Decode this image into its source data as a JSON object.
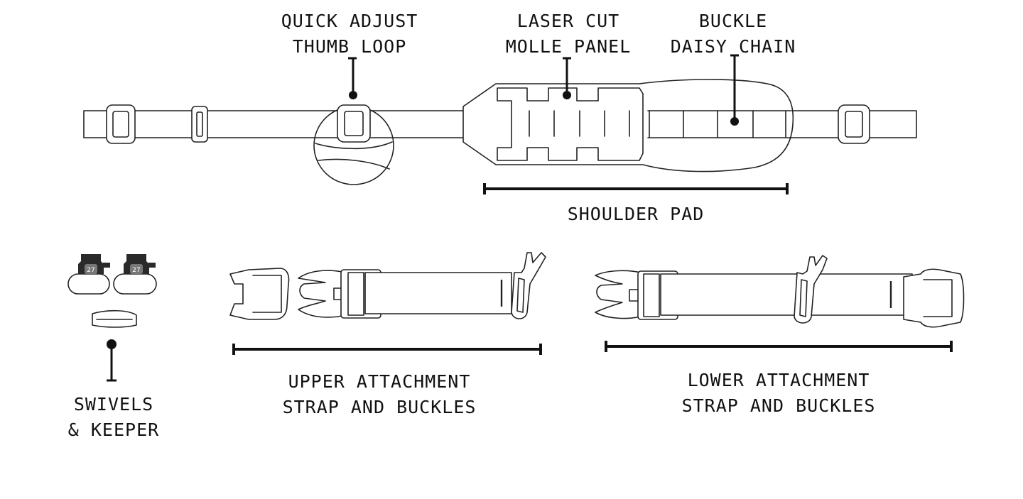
{
  "labels": {
    "thumb_loop": [
      "QUICK ADJUST",
      "THUMB LOOP"
    ],
    "molle_panel": [
      "LASER CUT",
      "MOLLE PANEL"
    ],
    "daisy_chain": [
      "BUCKLE",
      "DAISY CHAIN"
    ],
    "shoulder_pad": [
      "SHOULDER PAD"
    ],
    "swivels": [
      "SWIVELS",
      "& KEEPER"
    ],
    "upper_strap": [
      "UPPER ATTACHMENT",
      "STRAP AND BUCKLES"
    ],
    "lower_strap": [
      "LOWER ATTACHMENT",
      "STRAP AND BUCKLES"
    ]
  },
  "swivel_marking": "27",
  "colors": {
    "ink": "#222222",
    "background": "#ffffff"
  }
}
